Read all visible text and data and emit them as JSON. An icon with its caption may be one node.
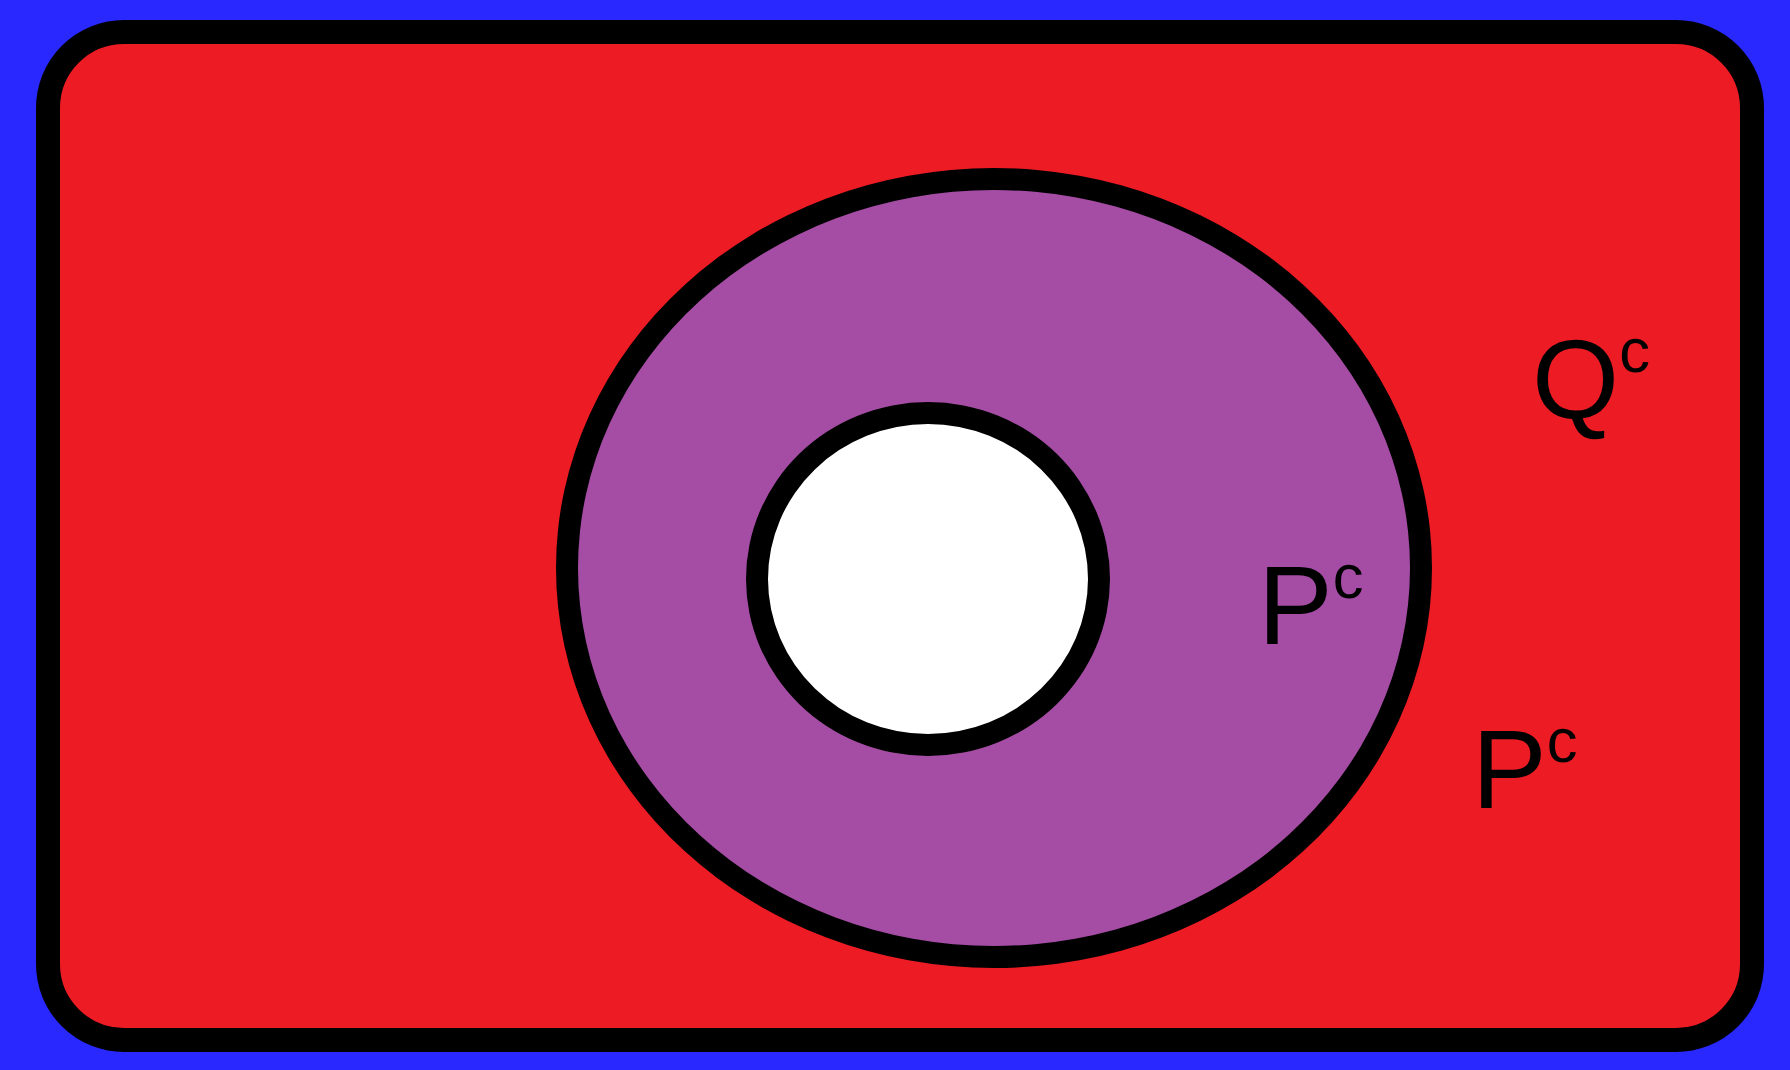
{
  "diagram": {
    "nodes": [
      {
        "text": [
          "Q$^{c}$",
          "P$^{c}$"
        ]
      },
      {
        "text": [
          "P$^{c}$"
        ],
        "in": 0
      },
      {
        "text": [],
        "shape": "circle",
        "in": 1
      }
    ]
  }
}
